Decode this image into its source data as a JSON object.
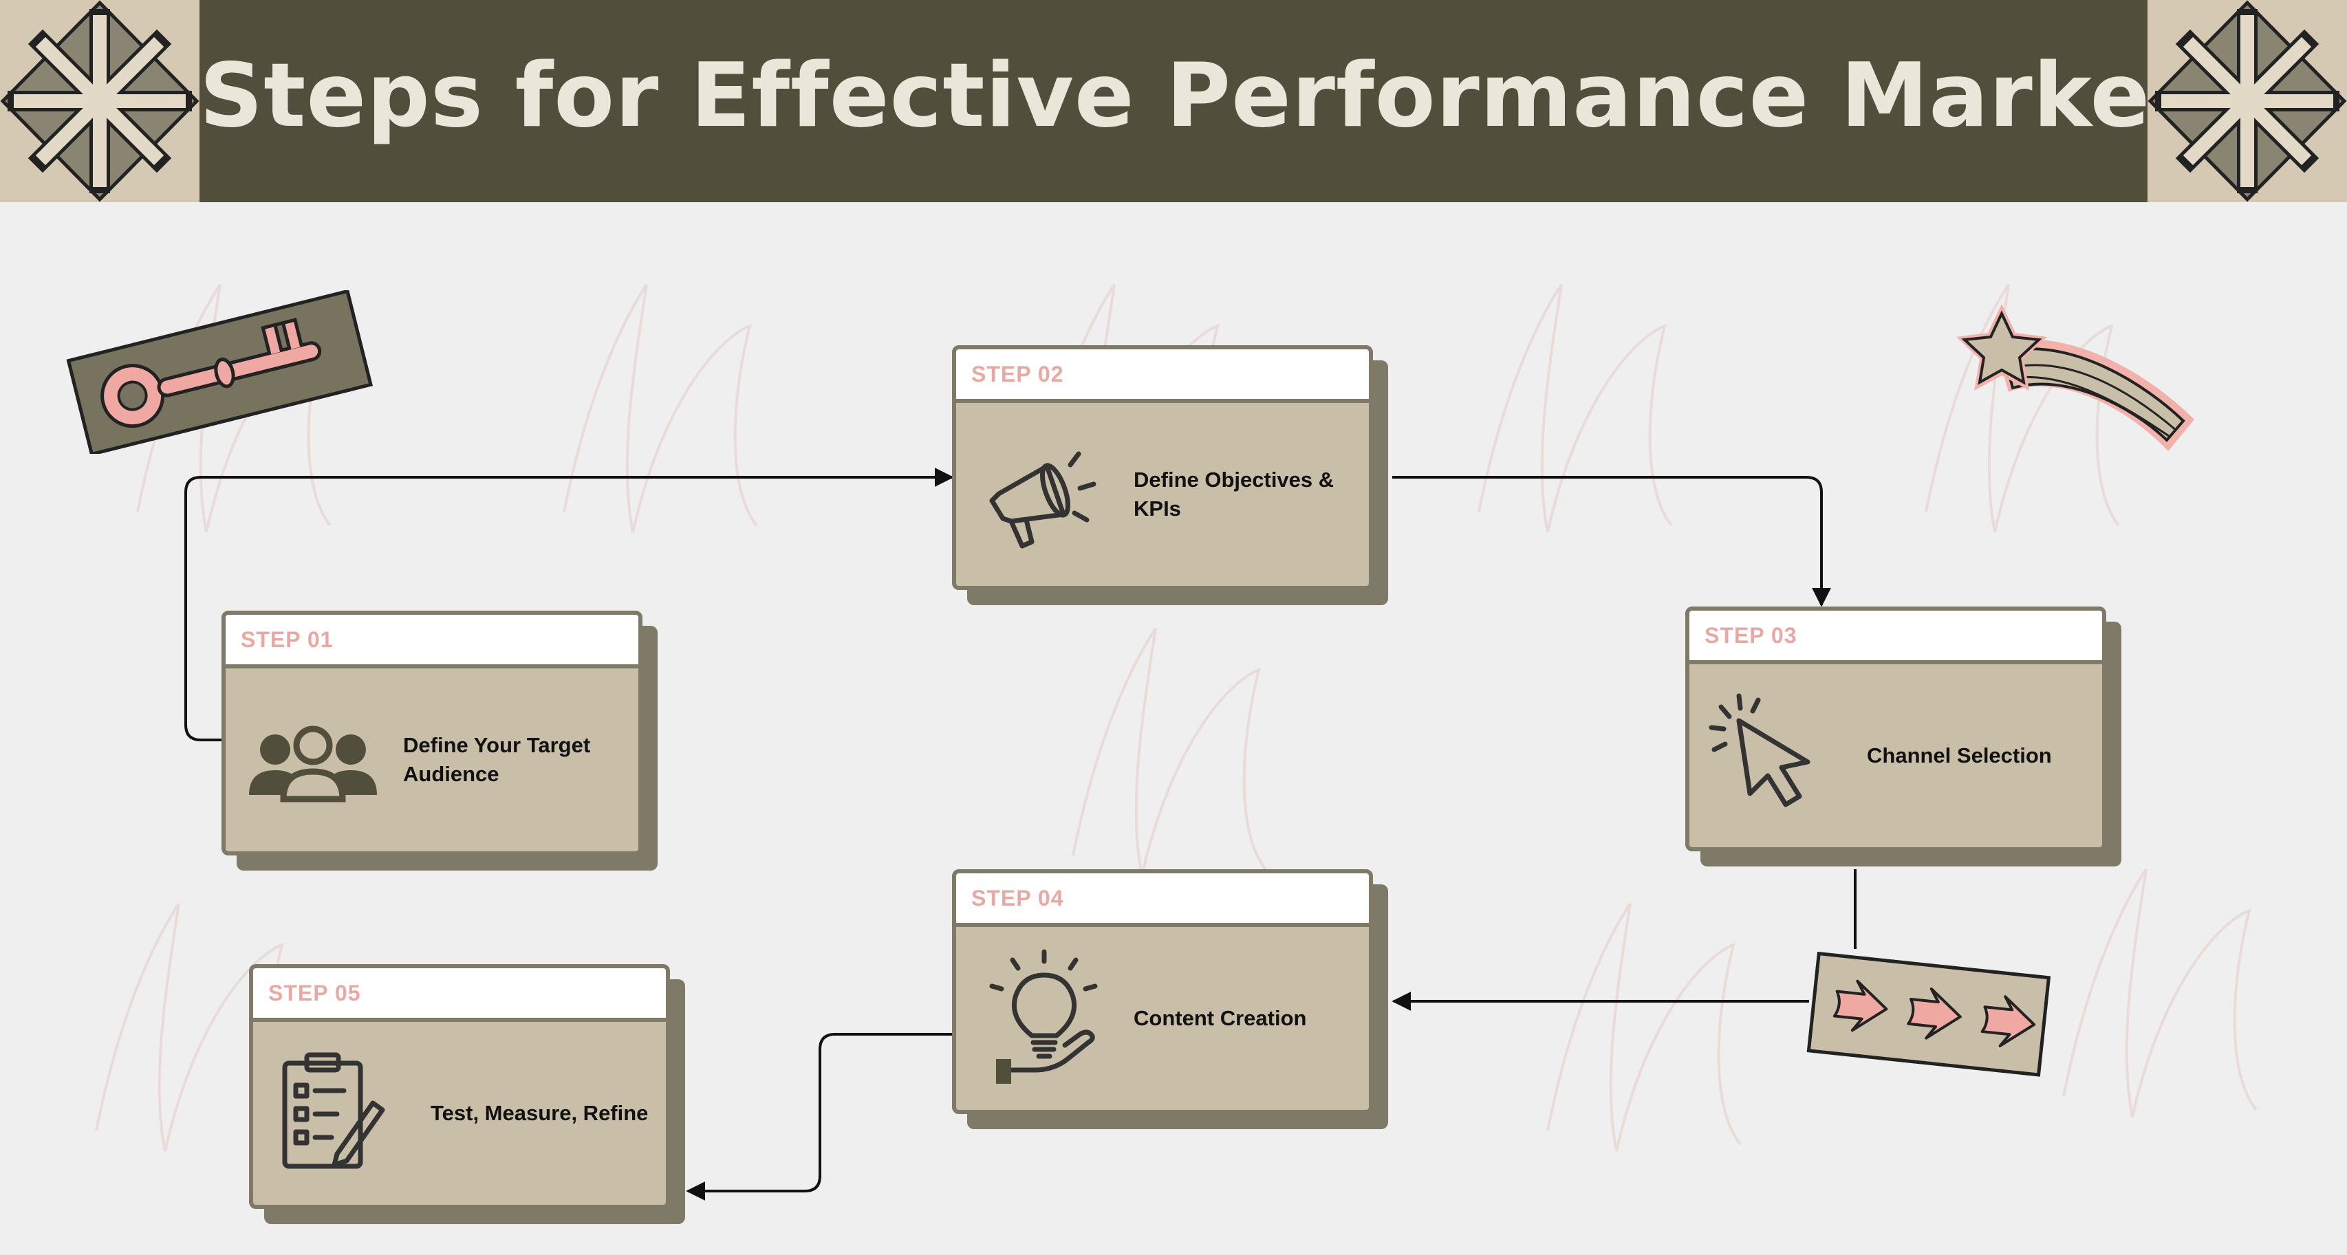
{
  "title": "Steps for Effective Performance Marketing",
  "colors": {
    "header": "#514e3c",
    "title_text": "#ebe6da",
    "card_face": "#c9bea7",
    "card_border": "#7f7a67",
    "step_label": "#e9a9a2",
    "accent_pink": "#f0a8a3",
    "background": "#efefef"
  },
  "steps": [
    {
      "step": "STEP 01",
      "label": "Define Your Target Audience",
      "icon": "audience-group-icon"
    },
    {
      "step": "STEP 02",
      "label": "Define Objectives & KPIs",
      "icon": "megaphone-icon"
    },
    {
      "step": "STEP 03",
      "label": "Channel Selection",
      "icon": "cursor-click-icon"
    },
    {
      "step": "STEP 04",
      "label": "Content Creation",
      "icon": "lightbulb-hand-icon"
    },
    {
      "step": "STEP 05",
      "label": "Test, Measure, Refine",
      "icon": "clipboard-checklist-icon"
    }
  ],
  "decorations": [
    "asterisk-tile-icon",
    "key-sticker-icon",
    "shooting-star-sticker-icon",
    "arrows-sticker-icon"
  ]
}
